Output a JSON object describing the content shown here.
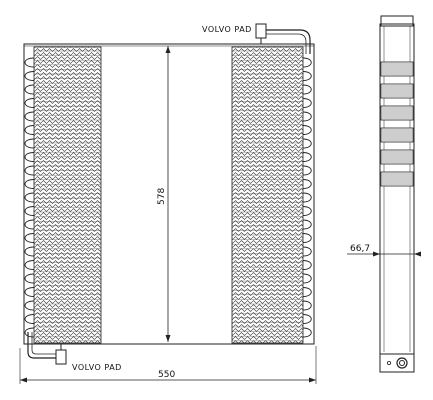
{
  "labels": {
    "top_connector": "VOLVO PAD",
    "bottom_connector": "VOLVO PAD"
  },
  "dimensions": {
    "height": "578",
    "width": "550",
    "depth": "66,7"
  }
}
